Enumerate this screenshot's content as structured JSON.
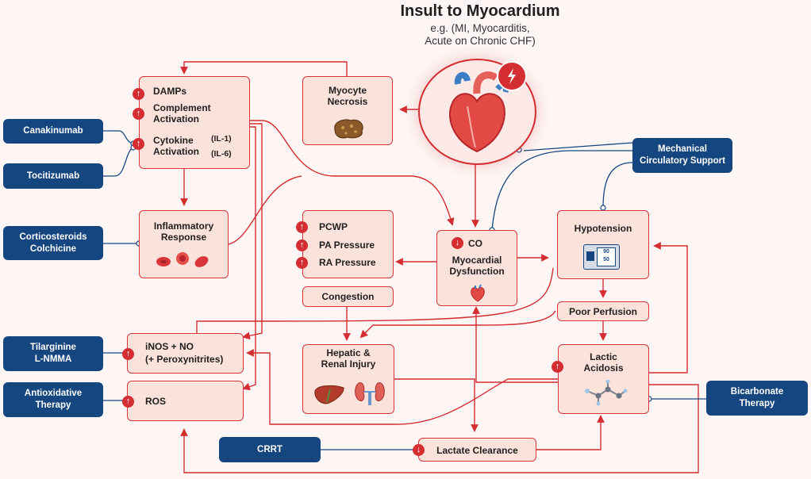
{
  "header": {
    "title": "Insult to Myocardium",
    "subtitle_line1": "e.g. (MI, Myocarditis,",
    "subtitle_line2": "Acute on Chronic CHF)"
  },
  "nodes": {
    "damps": "DAMPs",
    "complement": "Complement Activation",
    "cytokine": "Cytokine Activation",
    "il1": "(IL-1)",
    "il6": "(IL-6)",
    "necrosis": "Myocyte Necrosis",
    "inflammatory": "Inflammatory Response",
    "pcwp": "PCWP",
    "pa": "PA Pressure",
    "ra": "RA Pressure",
    "congestion": "Congestion",
    "co": "CO",
    "myocardial": "Myocardial Dysfunction",
    "hypotension": "Hypotension",
    "poor_perfusion": "Poor Perfusion",
    "inos": "iNOS + NO",
    "peroxy": "(+ Peroxynitrites)",
    "ros": "ROS",
    "hepatic": "Hepatic & Renal Injury",
    "lactic": "Lactic Acidosis",
    "lactate_clearance": "Lactate Clearance"
  },
  "therapies": {
    "canakinumab": "Canakinumab",
    "tocilizumab": "Tocitizumab",
    "corticosteroids": "Corticosteroids",
    "colchicine": "Colchicine",
    "tilarginine": "Tilarginine",
    "lnmma": "L-NMMA",
    "antioxidative": "Antioxidative",
    "therapy": "Therapy",
    "mechanical": "Mechanical",
    "circulatory": "Circulatory Support",
    "bicarbonate": "Bicarbonate",
    "crrt": "CRRT"
  },
  "monitor": {
    "top": "90",
    "bottom": "50"
  },
  "icons": [
    "heart-icon",
    "lightning-icon",
    "necrotic-cell-icon",
    "blood-cells-icon",
    "bp-monitor-icon",
    "liver-icon",
    "kidneys-icon",
    "molecule-icon",
    "arrow-up-icon",
    "arrow-down-icon"
  ],
  "colors": {
    "red": "#d42d32",
    "navy": "#15467f",
    "box_fill": "#fbe3dc"
  }
}
